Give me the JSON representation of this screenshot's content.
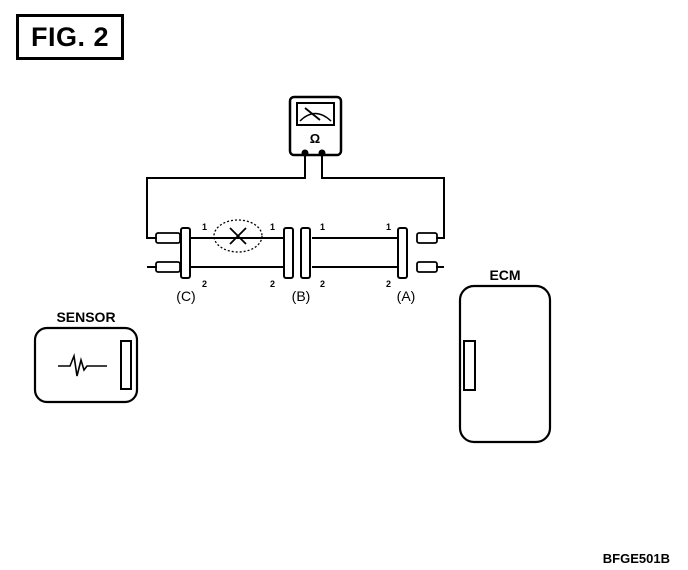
{
  "figure": {
    "title": "FIG. 2"
  },
  "meter": {
    "symbol": "Ω"
  },
  "connectors": {
    "c": {
      "label": "(C)",
      "pin1": "1",
      "pin2": "2"
    },
    "b": {
      "label": "(B)",
      "left_pin1": "1",
      "left_pin2": "2",
      "right_pin1": "1",
      "right_pin2": "2"
    },
    "a": {
      "label": "(A)",
      "pin1": "1",
      "pin2": "2"
    }
  },
  "sensor": {
    "label": "SENSOR"
  },
  "ecm": {
    "label": "ECM"
  },
  "drawing_code": "BFGE501B"
}
